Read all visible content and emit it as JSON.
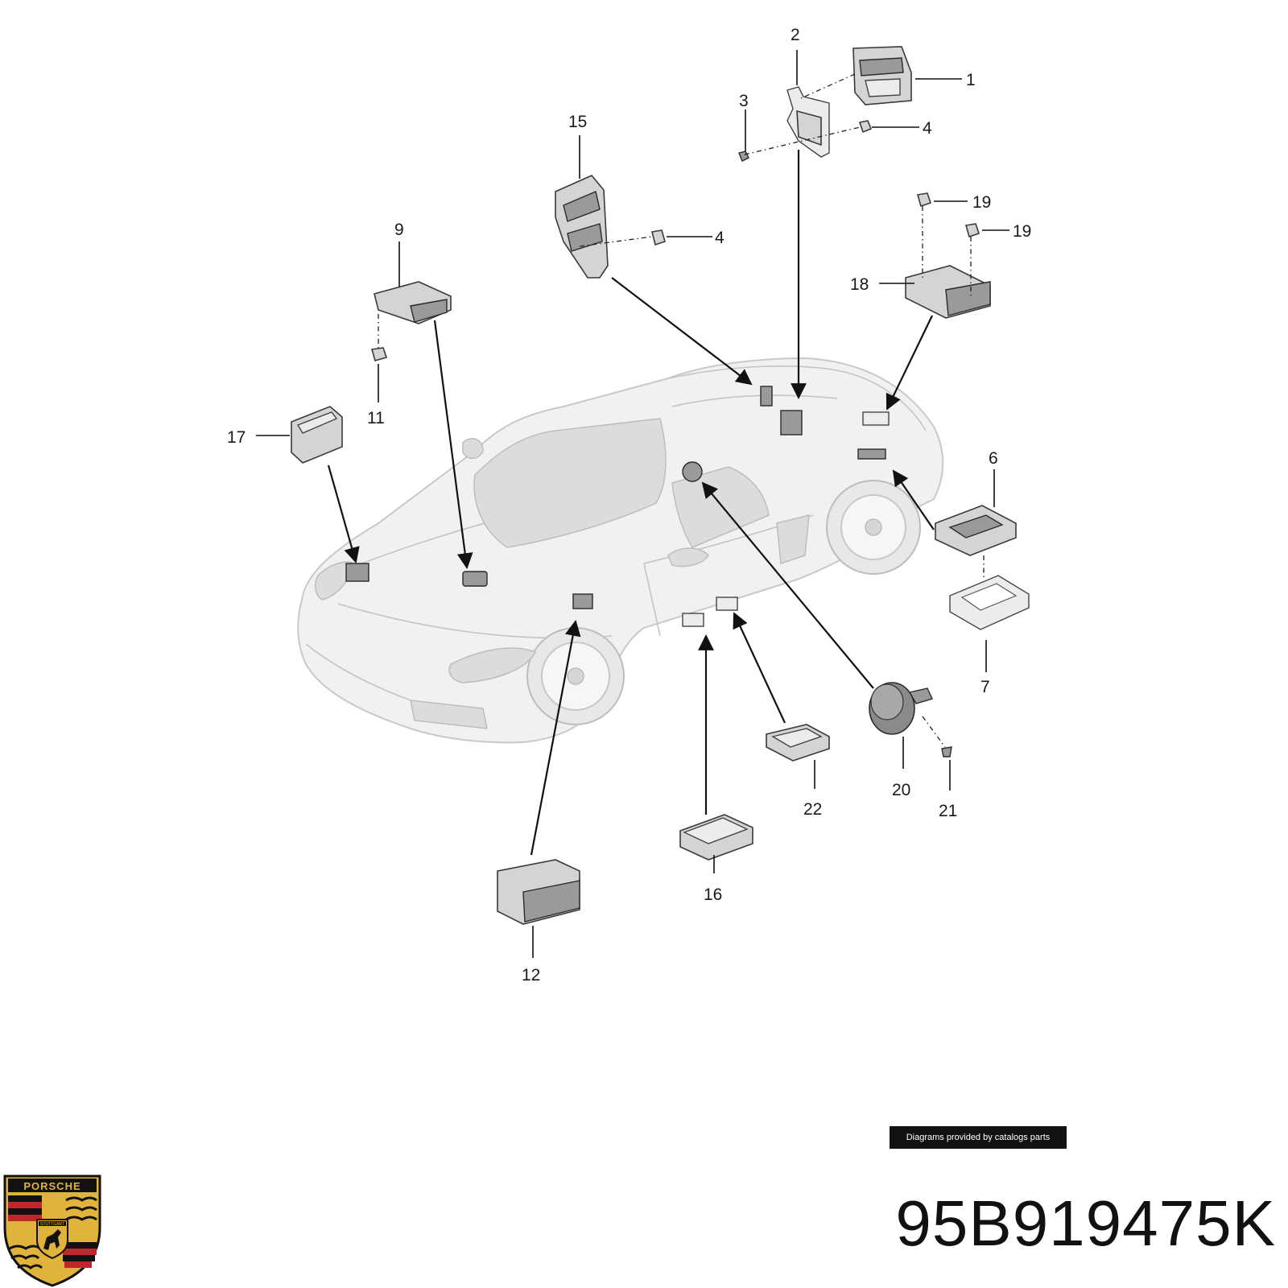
{
  "diagram": {
    "callouts": [
      {
        "id": "1",
        "label": "1"
      },
      {
        "id": "2",
        "label": "2"
      },
      {
        "id": "3",
        "label": "3"
      },
      {
        "id": "4a",
        "label": "4"
      },
      {
        "id": "4b",
        "label": "4"
      },
      {
        "id": "6",
        "label": "6"
      },
      {
        "id": "7",
        "label": "7"
      },
      {
        "id": "9",
        "label": "9"
      },
      {
        "id": "11",
        "label": "11"
      },
      {
        "id": "12",
        "label": "12"
      },
      {
        "id": "15",
        "label": "15"
      },
      {
        "id": "16",
        "label": "16"
      },
      {
        "id": "17",
        "label": "17"
      },
      {
        "id": "18",
        "label": "18"
      },
      {
        "id": "19a",
        "label": "19"
      },
      {
        "id": "19b",
        "label": "19"
      },
      {
        "id": "20",
        "label": "20"
      },
      {
        "id": "21",
        "label": "21"
      },
      {
        "id": "22",
        "label": "22"
      }
    ]
  },
  "credit": "Diagrams provided by catalogs parts",
  "part_number": "95B919475K",
  "logo": {
    "brand": "PORSCHE",
    "city": "STUTTGART"
  },
  "colors": {
    "crest_red": "#c0272d",
    "crest_gold": "#e0b33a",
    "crest_black": "#111111"
  }
}
